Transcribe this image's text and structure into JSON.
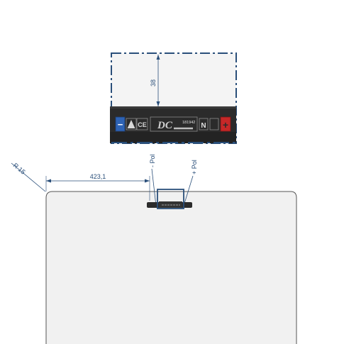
{
  "drawing": {
    "height_dimension": "38",
    "width_dimension": "423,1",
    "radius_label": "R 15",
    "neg_pole_label": "- Pol",
    "pos_pole_label": "+ Pol"
  },
  "connector": {
    "minus_symbol": "−",
    "plus_symbol": "+",
    "part_number": "181942",
    "n_symbol": "N",
    "brand_mark": "DC"
  },
  "colors": {
    "dimension_blue": "#2a4f7a",
    "minus_blue": "#2e63b5",
    "plus_red": "#c62828",
    "connector_body": "#2b2b2b",
    "plate_fill": "#f1f1f1"
  }
}
